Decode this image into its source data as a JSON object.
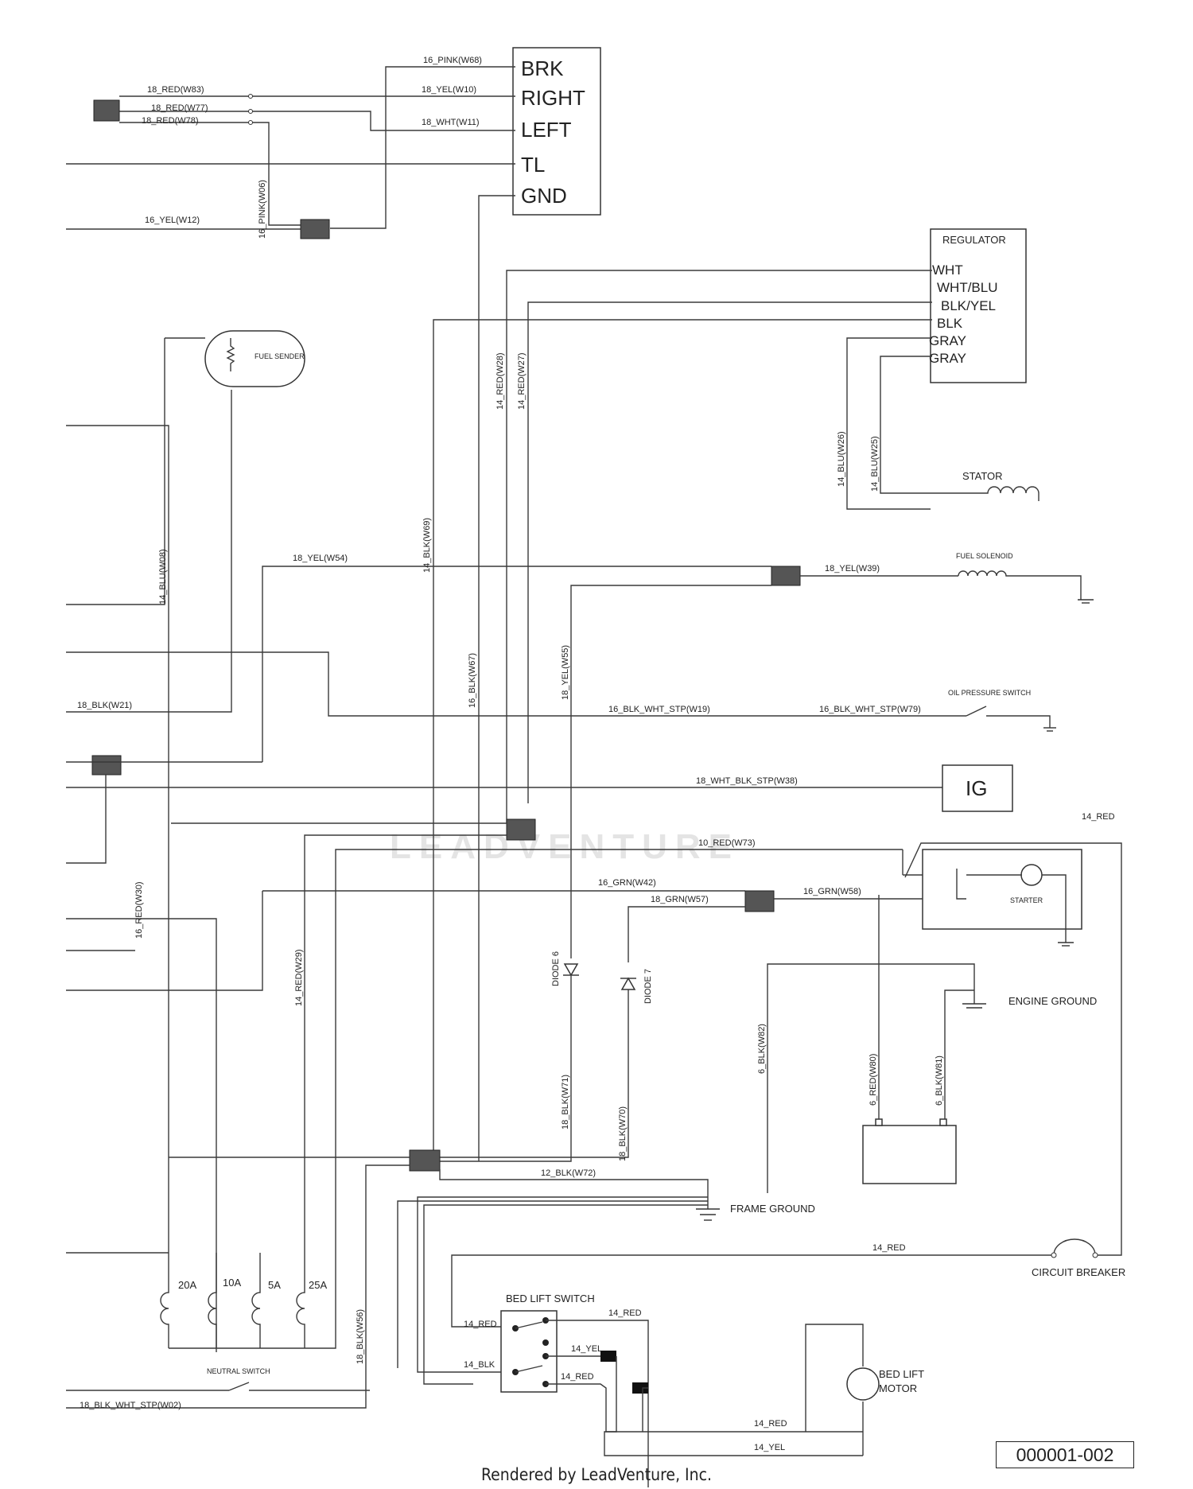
{
  "taillight": {
    "terminals": [
      "BRK",
      "RIGHT",
      "LEFT",
      "TL",
      "GND"
    ]
  },
  "regulator": {
    "title": "REGULATOR",
    "terminals": [
      "WHT",
      "WHT/BLU",
      "BLK/YEL",
      "BLK",
      "GRAY",
      "GRAY"
    ]
  },
  "components": {
    "fuel_sender": "FUEL SENDER",
    "stator": "STATOR",
    "fuel_solenoid": "FUEL SOLENOID",
    "oil_pressure_switch": "OIL PRESSURE SWITCH",
    "ignition": "IG",
    "starter": "STARTER",
    "engine_ground": "ENGINE GROUND",
    "frame_ground": "FRAME GROUND",
    "circuit_breaker": "CIRCUIT BREAKER",
    "bed_lift_switch": "BED LIFT SWITCH",
    "bed_lift_motor_1": "BED LIFT",
    "bed_lift_motor_2": "MOTOR",
    "neutral_switch": "NEUTRAL SWITCH",
    "diode6": "DIODE 6",
    "diode7": "DIODE 7"
  },
  "fuses": [
    "20A",
    "10A",
    "5A",
    "25A"
  ],
  "wires": {
    "w68": "16_PINK(W68)",
    "w83": "18_RED(W83)",
    "w10": "18_YEL(W10)",
    "w77": "18_RED(W77)",
    "w78": "18_RED(W78)",
    "w11": "18_WHT(W11)",
    "w06": "16_PINK(W06)",
    "w12": "16_YEL(W12)",
    "w28": "14_RED(W28)",
    "w27": "14_RED(W27)",
    "w26": "14_BLU(W26)",
    "w25": "14_BLU(W25)",
    "w69": "14_BLK(W69)",
    "w54": "18_YEL(W54)",
    "w39": "18_YEL(W39)",
    "w08": "14_BLU(W08)",
    "w67": "16_BLK(W67)",
    "w55": "18_YEL(W55)",
    "w21": "18_BLK(W21)",
    "w19": "16_BLK_WHT_STP(W19)",
    "w79": "16_BLK_WHT_STP(W79)",
    "w38": "18_WHT_BLK_STP(W38)",
    "red14": "14_RED",
    "w73": "10_RED(W73)",
    "w42": "16_GRN(W42)",
    "w57": "18_GRN(W57)",
    "w58": "16_GRN(W58)",
    "w30": "16_RED(W30)",
    "w29": "14_RED(W29)",
    "w82": "6_BLK(W82)",
    "w80": "6_RED(W80)",
    "w81": "6_BLK(W81)",
    "w71": "18_BLK(W71)",
    "w70": "18_BLK(W70)",
    "w72": "12_BLK(W72)",
    "w56": "18_BLK(W56)",
    "w02": "18_BLK_WHT_STP(W02)",
    "red": "14_RED",
    "blk": "14_BLK",
    "yel": "14_YEL"
  },
  "watermark": "LEADVENTURE",
  "part_number": "000001-002",
  "footer": "Rendered by LeadVenture, Inc."
}
